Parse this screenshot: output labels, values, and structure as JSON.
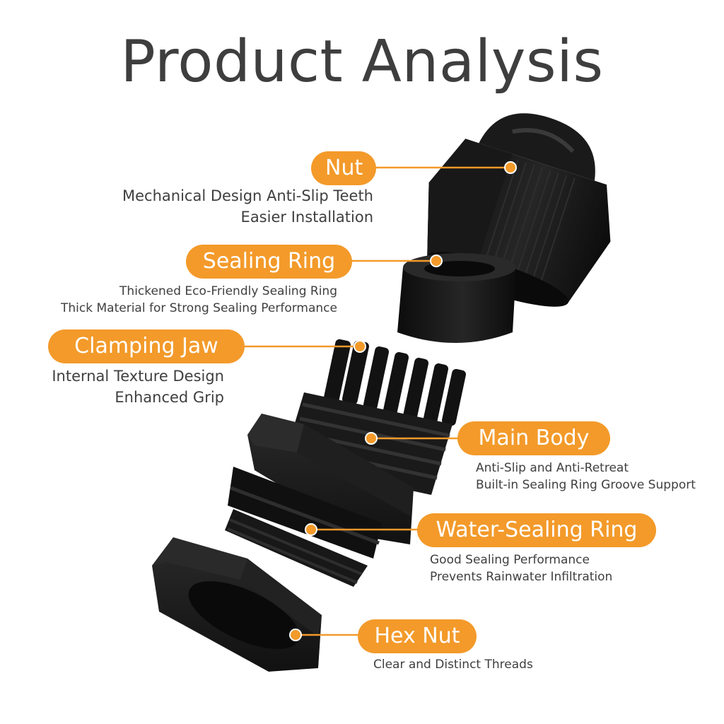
{
  "title": "Product Analysis",
  "colors": {
    "accent": "#f39a2a",
    "text": "#3f3f3f",
    "part": "#141414"
  },
  "callouts": {
    "nut": {
      "label": "Nut",
      "lines": [
        "Mechanical Design Anti-Slip Teeth",
        "Easier Installation"
      ]
    },
    "sealing_ring": {
      "label": "Sealing Ring",
      "lines": [
        "Thickened Eco-Friendly Sealing Ring",
        "Thick Material for Strong Sealing Performance"
      ]
    },
    "clamping_jaw": {
      "label": "Clamping Jaw",
      "lines": [
        "Internal Texture Design",
        "Enhanced Grip"
      ]
    },
    "main_body": {
      "label": "Main Body",
      "lines": [
        "Anti-Slip and Anti-Retreat",
        "Built-in Sealing Ring Groove Support"
      ]
    },
    "water_sealing_ring": {
      "label": "Water-Sealing Ring",
      "lines": [
        "Good Sealing Performance",
        "Prevents Rainwater Infiltration"
      ]
    },
    "hex_nut": {
      "label": "Hex Nut",
      "lines": [
        "Clear and Distinct Threads"
      ]
    }
  }
}
